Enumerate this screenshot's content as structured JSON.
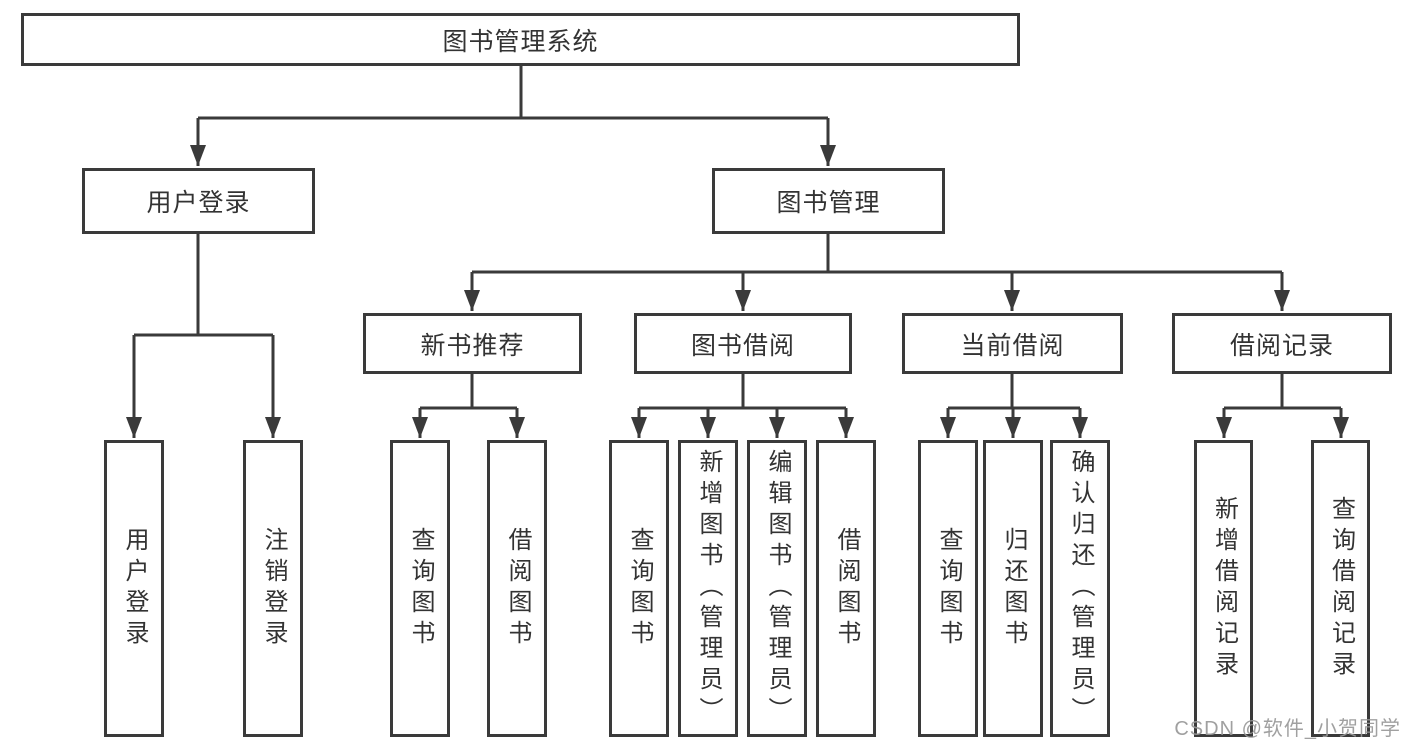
{
  "tree": {
    "root": {
      "label": "图书管理系统",
      "children": [
        {
          "label": "用户登录",
          "children": [
            {
              "label": "用户登录"
            },
            {
              "label": "注销登录"
            }
          ]
        },
        {
          "label": "图书管理",
          "children": [
            {
              "label": "新书推荐",
              "children": [
                {
                  "label": "查询图书"
                },
                {
                  "label": "借阅图书"
                }
              ]
            },
            {
              "label": "图书借阅",
              "children": [
                {
                  "label": "查询图书"
                },
                {
                  "label": "新增图书（管理员）"
                },
                {
                  "label": "编辑图书（管理员）"
                },
                {
                  "label": "借阅图书"
                }
              ]
            },
            {
              "label": "当前借阅",
              "children": [
                {
                  "label": "查询图书"
                },
                {
                  "label": "归还图书"
                },
                {
                  "label": "确认归还（管理员）"
                }
              ]
            },
            {
              "label": "借阅记录",
              "children": [
                {
                  "label": "新增借阅记录"
                },
                {
                  "label": "查询借阅记录"
                }
              ]
            }
          ]
        }
      ]
    }
  },
  "watermark": {
    "text": "CSDN @软件_小贺同学"
  },
  "colors": {
    "line": "#3a3a3a",
    "text": "#333333",
    "background": "#ffffff",
    "watermark": "#989898"
  }
}
